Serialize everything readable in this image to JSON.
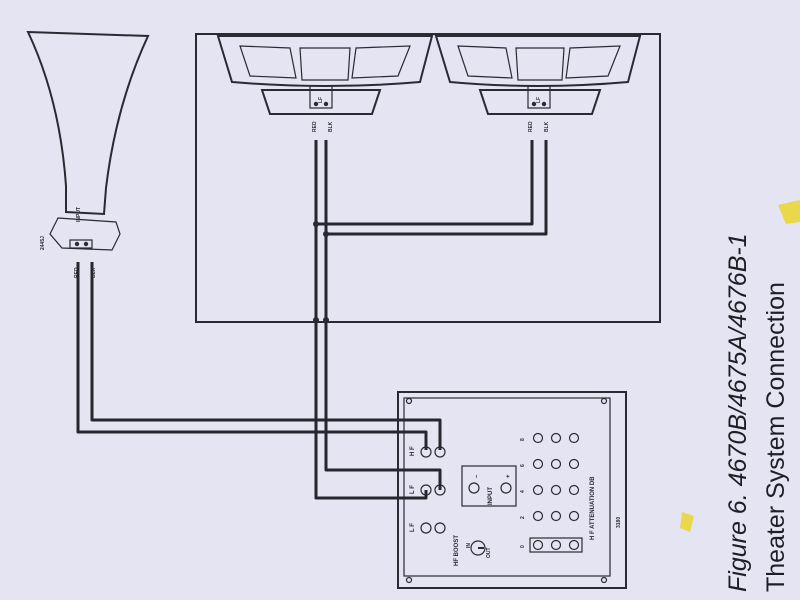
{
  "figure": {
    "caption_line1": "Figure 6. 4670B/4675A/4676B-1",
    "caption_line2": "Theater System Connection"
  },
  "horn": {
    "model": "2445J",
    "driver_label": "INPUT",
    "wire_red": "RED",
    "wire_blk": "BLK"
  },
  "woofer_left": {
    "terminal_label": "LF",
    "wire_red": "RED",
    "wire_blk": "BLK"
  },
  "woofer_right": {
    "terminal_label": "LF",
    "wire_red": "RED",
    "wire_blk": "BLK"
  },
  "network": {
    "model": "3180",
    "hf_label": "H F",
    "lf_label": "L F",
    "input_label": "INPUT",
    "plus": "+",
    "minus": "–",
    "hf_boost": "HF BOOST",
    "boost_in": "IN",
    "boost_out": "OUT",
    "attenuation_label": "H F ATTENUATION DB",
    "atten_steps": [
      "0",
      "2",
      "4",
      "6",
      "8"
    ]
  },
  "colors": {
    "paper": "#e4e4f2",
    "ink": "#2a2a32",
    "tape": "#e8d84a"
  }
}
